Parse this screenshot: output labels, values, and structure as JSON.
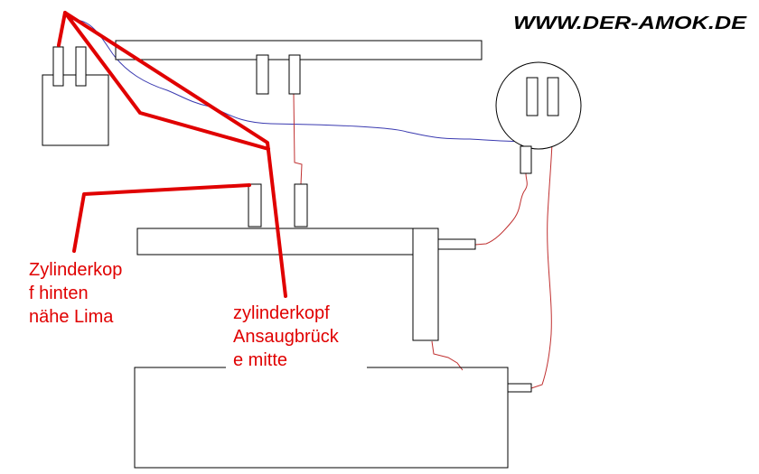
{
  "watermark": {
    "text": "WWW.DER-AMOK.DE",
    "color": "#000000"
  },
  "annotations": [
    {
      "lines": [
        "Zylinderkop",
        "f hinten",
        "nähe Lima"
      ],
      "color": "#e00000"
    },
    {
      "lines": [
        "zylinderkopf",
        "Ansaugbrück",
        "e mitte"
      ],
      "color": "#e00000"
    }
  ],
  "colors": {
    "outline": "#000000",
    "pointer": "#e00000",
    "wire_red": "#c03030",
    "wire_blue": "#3a3ab0"
  }
}
